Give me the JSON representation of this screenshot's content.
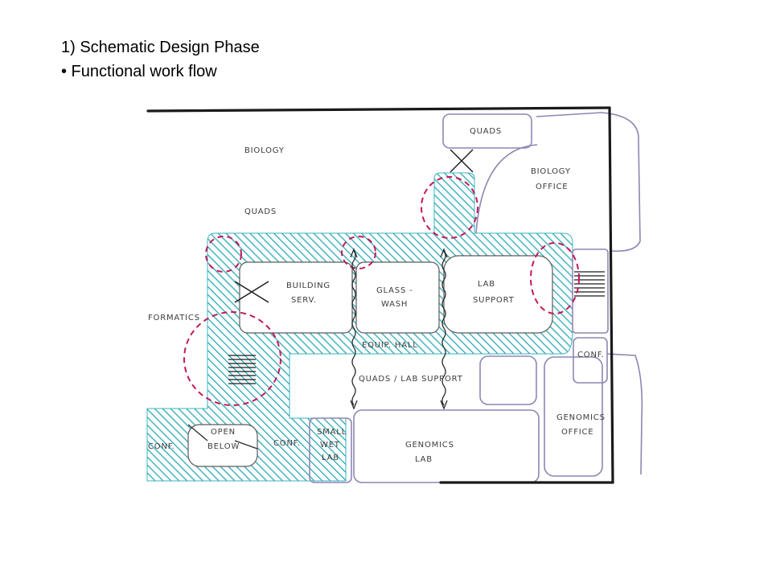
{
  "slide": {
    "title": "1) Schematic Design Phase",
    "bullet": "• Functional work flow"
  },
  "diagram": {
    "colors": {
      "corridor": "#5ec6cf",
      "hatch": "#2aaab6",
      "ink": "#2b2b2b",
      "room_outline": "#8d86b4",
      "node_circle": "#c2185b"
    },
    "labels": {
      "quads_top": "QUADS",
      "biology": "BIOLOGY",
      "quads_left": "QUADS",
      "biology_office_1": "BIOLOGY",
      "biology_office_2": "OFFICE",
      "building_serv_1": "BUILDING",
      "building_serv_2": "SERV.",
      "glass_wash_1": "GLASS -",
      "glass_wash_2": "WASH",
      "lab_support_1": "LAB",
      "lab_support_2": "SUPPORT",
      "informatics": "FORMATICS",
      "equip_hall": "EQUIP. HALL",
      "quads_lab_support": "QUADS / LAB SUPPORT",
      "conf_right": "CONF.",
      "genomics_office_1": "GENOMICS",
      "genomics_office_2": "OFFICE",
      "conf_left": "CONF.",
      "open_below_1": "OPEN",
      "open_below_2": "BELOW",
      "conf_mid": "CONF.",
      "small_wet_lab_1": "SMALL",
      "small_wet_lab_2": "WET",
      "small_wet_lab_3": "LAB",
      "genomics_lab_1": "GENOMICS",
      "genomics_lab_2": "LAB"
    }
  }
}
